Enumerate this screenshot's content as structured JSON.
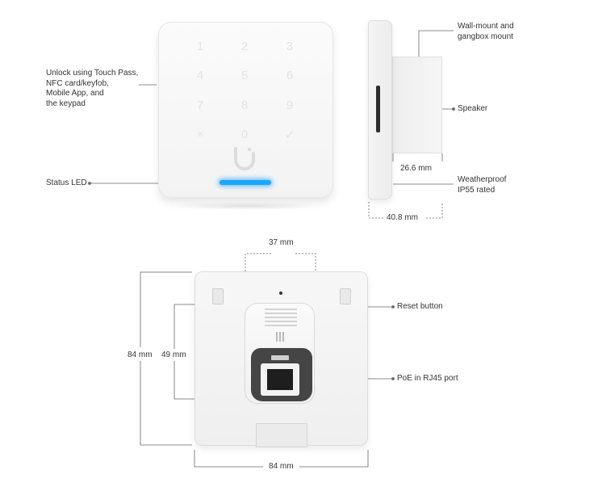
{
  "callouts": {
    "unlock": [
      "Unlock using Touch Pass,",
      "NFC card/keyfob,",
      "Mobile App, and",
      "the keypad"
    ],
    "status_led": "Status LED",
    "wall_mount": [
      "Wall-mount and",
      "gangbox mount"
    ],
    "speaker": "Speaker",
    "weatherproof": [
      "Weatherproof",
      "IP55 rated"
    ],
    "reset_button": "Reset button",
    "poe_port": "PoE in RJ45 port"
  },
  "dimensions": {
    "depth_box": "26.6 mm",
    "depth_total": "40.8 mm",
    "box_width": "37 mm",
    "plate_height": "84 mm",
    "box_height": "49 mm",
    "plate_width": "84 mm"
  },
  "keypad": {
    "keys": [
      "1",
      "2",
      "3",
      "4",
      "5",
      "6",
      "7",
      "8",
      "9",
      "×",
      "0",
      "✓"
    ]
  },
  "colors": {
    "led": "#1aa6ff",
    "line": "#666666"
  }
}
